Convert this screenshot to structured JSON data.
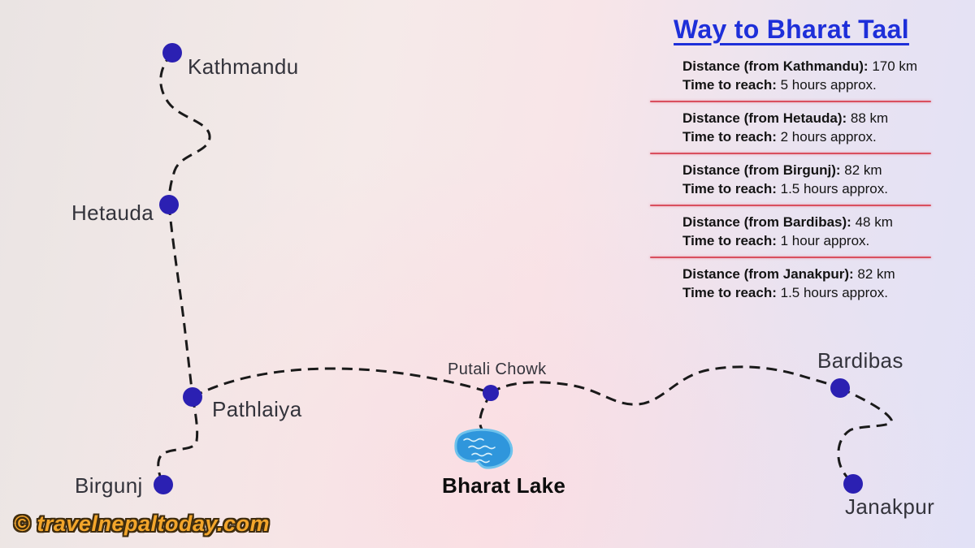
{
  "title": "Way to Bharat Taal",
  "watermark": "© travelnepaltoday.com",
  "info_panel": {
    "entries": [
      {
        "distance_label": "Distance (from Kathmandu):",
        "distance_value": "170 km",
        "time_label": "Time to reach:",
        "time_value": "5 hours approx."
      },
      {
        "distance_label": "Distance (from Hetauda):",
        "distance_value": "88 km",
        "time_label": "Time to reach:",
        "time_value": "2 hours approx."
      },
      {
        "distance_label": "Distance (from Birgunj):",
        "distance_value": "82 km",
        "time_label": "Time to reach:",
        "time_value": "1.5 hours approx."
      },
      {
        "distance_label": "Distance (from Bardibas):",
        "distance_value": "48 km",
        "time_label": "Time to reach:",
        "time_value": "1 hour approx."
      },
      {
        "distance_label": "Distance (from Janakpur):",
        "distance_value": "82 km",
        "time_label": "Time to reach:",
        "time_value": "1.5 hours approx."
      }
    ]
  },
  "map": {
    "cities": [
      {
        "name": "Kathmandu"
      },
      {
        "name": "Hetauda"
      },
      {
        "name": "Pathlaiya"
      },
      {
        "name": "Birgunj"
      },
      {
        "name": "Putali Chowk"
      },
      {
        "name": "Bardibas"
      },
      {
        "name": "Janakpur"
      }
    ],
    "lake_label": "Bharat Lake"
  },
  "colors": {
    "title_blue": "#1e2fd9",
    "marker_indigo": "#2b20b2",
    "route_black": "#1a1a1a",
    "separator_red": "#d94f5e",
    "lake_fill": "#2f96dc",
    "lake_stroke": "#6ec2ec",
    "watermark_orange": "#f2a52b",
    "watermark_outline": "#3f2c0e"
  }
}
